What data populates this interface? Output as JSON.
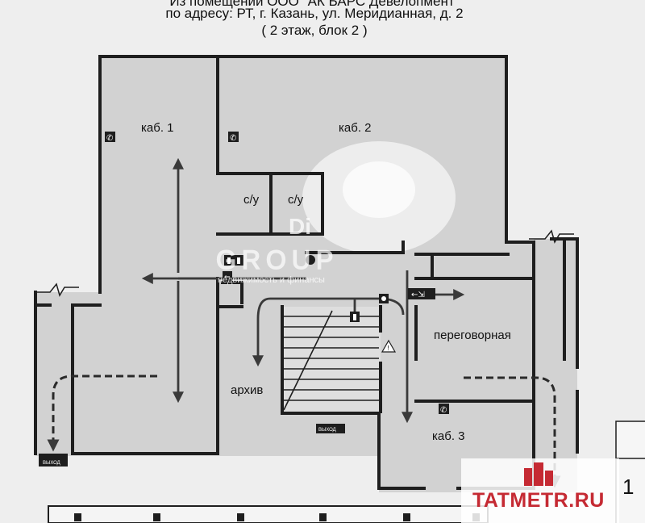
{
  "header": {
    "line1": "Из помещений ООО \"АК БАРС Девелопмент\"",
    "line2": "по адресу: РТ, г. Казань, ул. Меридианная, д. 2",
    "line3": "( 2 этаж, блок 2 )"
  },
  "rooms": {
    "kab1": "каб. 1",
    "kab2": "каб. 2",
    "kab3": "каб. 3",
    "wc_left": "с/у",
    "wc_right": "с/у",
    "archive": "архив",
    "meeting": "переговорная"
  },
  "signs": {
    "exit_center": "ВЫХОД",
    "exit_left": "ВЫХОД"
  },
  "watermark": {
    "logo_top": "Di",
    "logo_mid": "GROUP",
    "tagline": "недвижимость и финансы"
  },
  "brand": "TATMETR.RU",
  "sheet_number": "1",
  "colors": {
    "background": "#eeeeee",
    "floor": "#d2d2d2",
    "wall": "#1e1e1e",
    "route": "#3a3a3a",
    "brand": "#c52a33"
  },
  "icons": [
    "phone-icon",
    "fire-extinguisher-icon",
    "exit-sign-icon",
    "warning-icon",
    "fire-alarm-icon"
  ]
}
